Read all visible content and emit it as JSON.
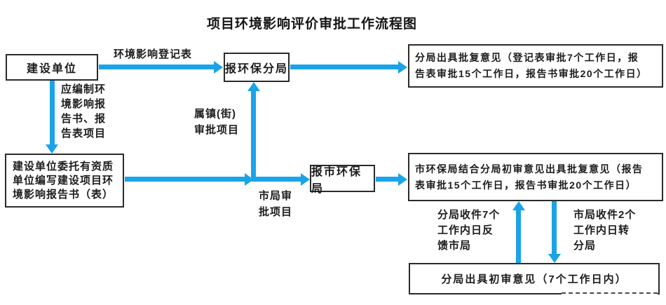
{
  "title": "项目环境影响评价审批工作流程图",
  "colors": {
    "arrow": "#1aa3e8",
    "box_border": "#2b2b2b",
    "text": "#1c1c1c"
  },
  "nodes": {
    "construction_unit": "建设单位",
    "report_branch_bureau": "报环保分局",
    "branch_reply": "分局出具批复意见（登记表审批7个工作日，报\n告表审批15个工作日，报告书审批20个工作日）",
    "entrust": "建设单位委托有资质\n单位编写建设项目环\n境影响报告书（表）",
    "report_city_bureau": "报市环保局",
    "city_reply": "市环保局结合分局初审意见出具批复意见（报告\n表审批15个工作日，报告书审批20个工作日）",
    "branch_initial": "分局出具初审意见（7个工作日内）"
  },
  "edge_labels": {
    "registration_form": "环境影响登记表",
    "prepare_report": "应编制环\n境影响报\n告书、报\n告表项目",
    "town_street_projects": "属镇(街)\n审批项目",
    "city_projects": "市局审\n批项目",
    "branch_feedback": "分局收件7个\n工作内日反\n馈市局",
    "city_transfer": "市局收件2个\n工作内日转\n分局"
  }
}
